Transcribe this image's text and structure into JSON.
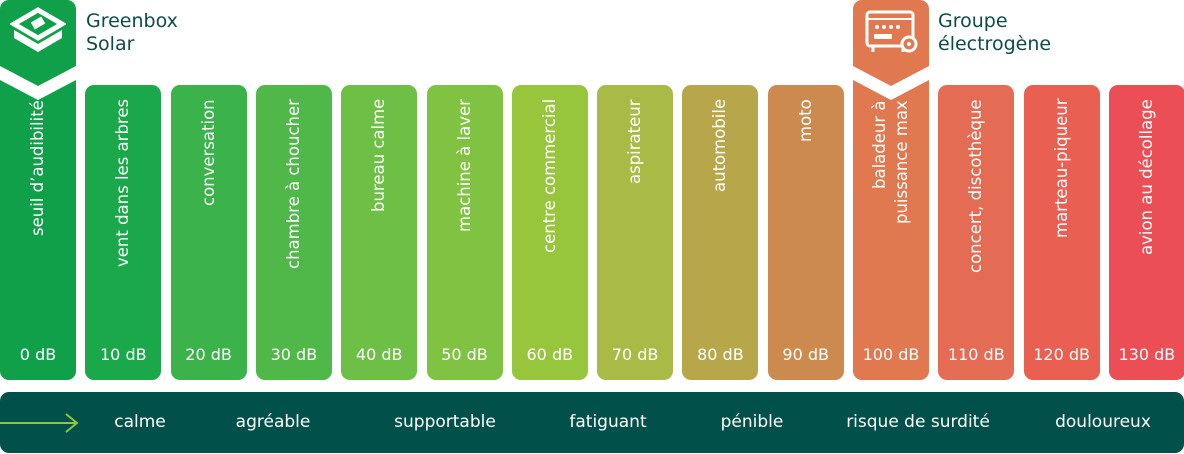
{
  "brands": {
    "left": "Greenbox\nSolar",
    "right": "Groupe\nélectrogène"
  },
  "columns": [
    {
      "label": "seuil d’audibilité",
      "db": "0 dB",
      "color": "#10a049"
    },
    {
      "label": "vent dans les arbres",
      "db": "10 dB",
      "color": "#1aa84b"
    },
    {
      "label": "conversation",
      "db": "20 dB",
      "color": "#3bb24a"
    },
    {
      "label": "chambre à choucher",
      "db": "30 dB",
      "color": "#4fb848"
    },
    {
      "label": "bureau calme",
      "db": "40 dB",
      "color": "#6dbf45"
    },
    {
      "label": "machine à laver",
      "db": "50 dB",
      "color": "#80c342"
    },
    {
      "label": "centre commercial",
      "db": "60 dB",
      "color": "#97c63d"
    },
    {
      "label": "aspirateur",
      "db": "70 dB",
      "color": "#a9bb46"
    },
    {
      "label": "automobile",
      "db": "80 dB",
      "color": "#b8a74a"
    },
    {
      "label": "moto",
      "db": "90 dB",
      "color": "#cc8a4e"
    },
    {
      "label": "baladeur à\npuissance max",
      "db": "100 dB",
      "color": "#e0794f"
    },
    {
      "label": "concert, discothèque",
      "db": "110 dB",
      "color": "#e46c54"
    },
    {
      "label": "marteau-piqueur",
      "db": "120 dB",
      "color": "#e95f52"
    },
    {
      "label": "avion au décollage",
      "db": "130 dB",
      "color": "#ec4e55"
    }
  ],
  "levels": [
    "calme",
    "agréable",
    "supportable",
    "fatiguant",
    "pénible",
    "risque de surdité",
    "douloureux"
  ],
  "colors": {
    "bar": "#02504a",
    "arrow": "#8dc63f",
    "brand_text": "#0b4d45"
  }
}
